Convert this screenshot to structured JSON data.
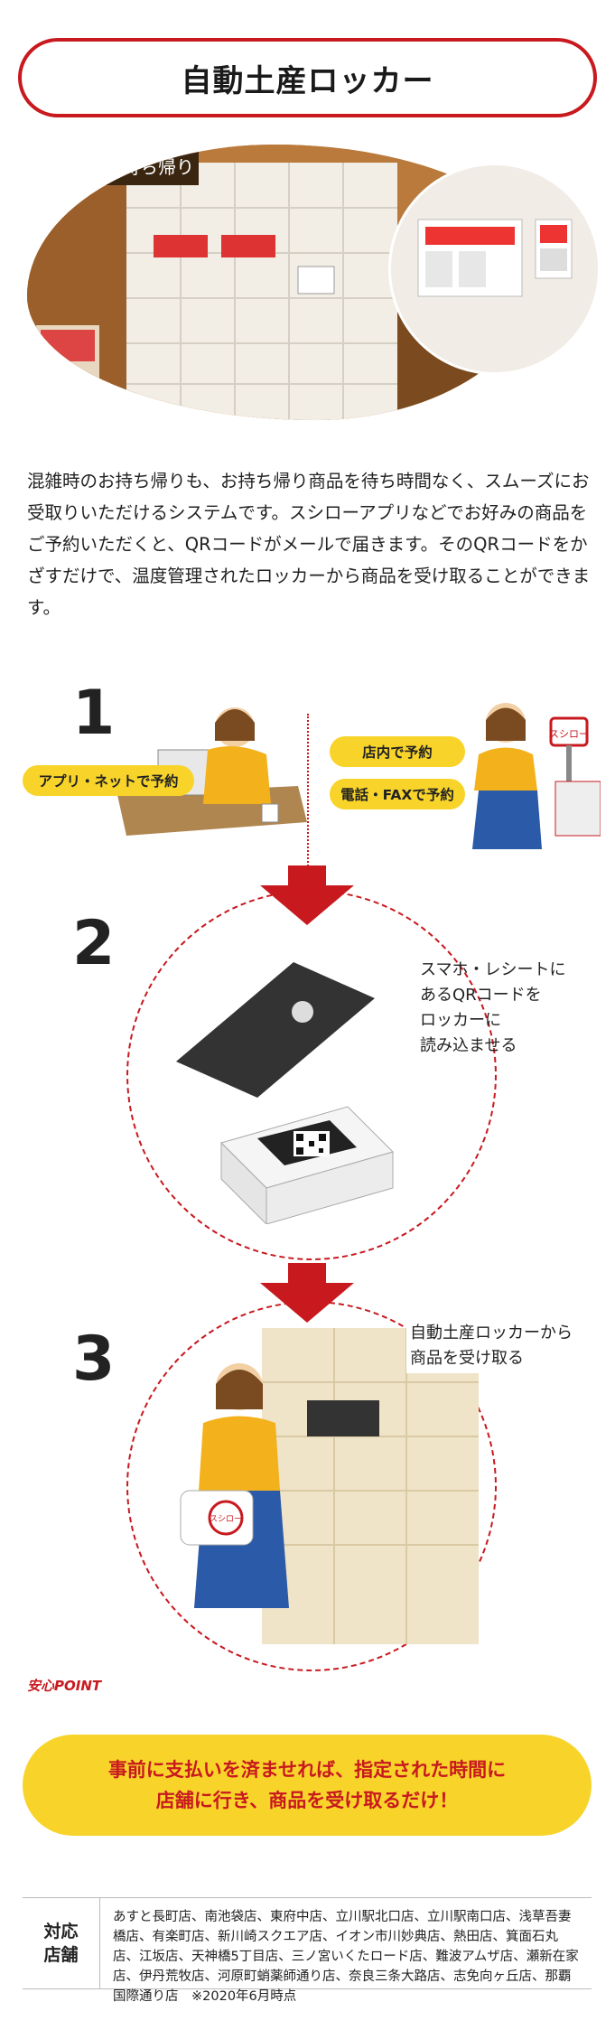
{
  "title": "自動土産ロッカー",
  "photo": {
    "sign_text": "お持ち帰り"
  },
  "description": "混雑時のお持ち帰りも、お持ち帰り商品を待ち時間なく、スムーズにお受取りいただけるシステムです。スシローアプリなどでお好みの商品をご予約いただくと、QRコードがメールで届きます。そのQRコードをかざすだけで、温度管理されたロッカーから商品を受け取ることができます。",
  "steps": [
    {
      "number": "1",
      "labels": [
        "アプリ・ネットで予約",
        "店内で予約",
        "電話・FAXで予約"
      ],
      "store_sign": "スシロー"
    },
    {
      "number": "2",
      "text": [
        "スマホ・レシートに",
        "あるQRコードを",
        "ロッカーに",
        "読み込ませる"
      ]
    },
    {
      "number": "3",
      "text": [
        "自動土産ロッカーから",
        "商品を受け取る"
      ],
      "bag_label": "スシロー"
    }
  ],
  "point": {
    "tag": "安心POINT",
    "lines": [
      "事前に支払いを済ませれば、指定された時間に",
      "店舗に行き、商品を受け取るだけ！"
    ]
  },
  "stores": {
    "label_1": "対応",
    "label_2": "店舗",
    "list": "あすと長町店、南池袋店、東府中店、立川駅北口店、立川駅南口店、浅草吾妻橋店、有楽町店、新川崎スクエア店、イオン市川妙典店、熱田店、箕面石丸店、江坂店、天神橋5丁目店、三ノ宮いくたロード店、難波アムザ店、瀬新在家店、伊丹荒牧店、河原町蛸薬師通り店、奈良三条大路店、志免向ヶ丘店、那覇国際通り店　※2020年6月時点"
  },
  "colors": {
    "accent": "#c8191f",
    "yellow": "#f8d42a"
  }
}
